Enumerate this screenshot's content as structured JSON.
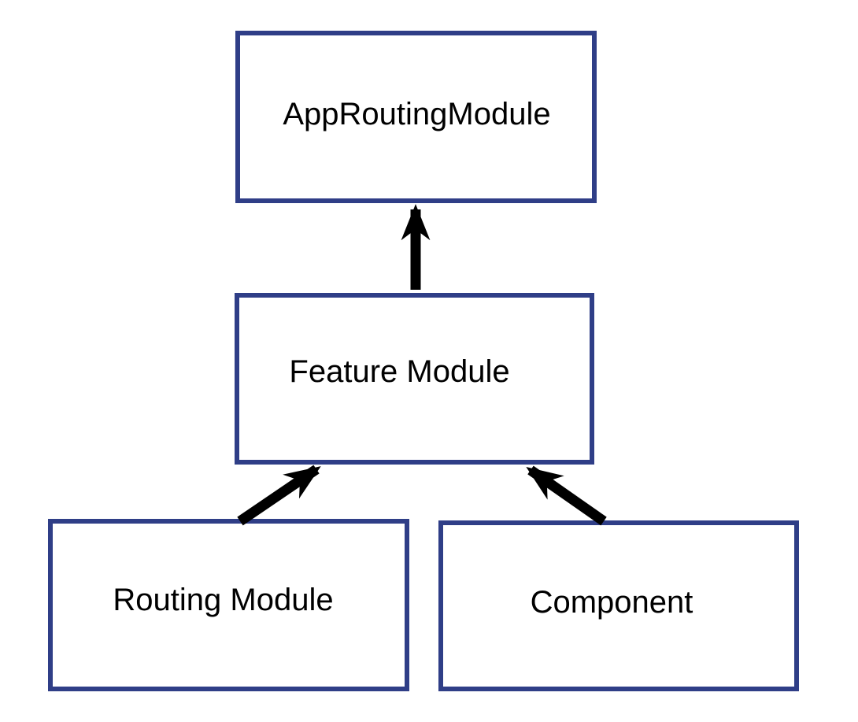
{
  "diagram": {
    "nodes": [
      {
        "id": "app-routing-module",
        "label": "AppRoutingModule"
      },
      {
        "id": "feature-module",
        "label": "Feature Module"
      },
      {
        "id": "routing-module",
        "label": "Routing Module"
      },
      {
        "id": "component",
        "label": "Component"
      }
    ],
    "edges": [
      {
        "from": "feature-module",
        "to": "app-routing-module",
        "type": "arrow"
      },
      {
        "from": "routing-module",
        "to": "feature-module",
        "type": "arrow"
      },
      {
        "from": "component",
        "to": "feature-module",
        "type": "arrow"
      }
    ],
    "colors": {
      "background": "#ffffff",
      "box_border": "#2f3e87",
      "box_fill": "#ffffff",
      "arrow": "#000000",
      "text": "#000000"
    }
  }
}
